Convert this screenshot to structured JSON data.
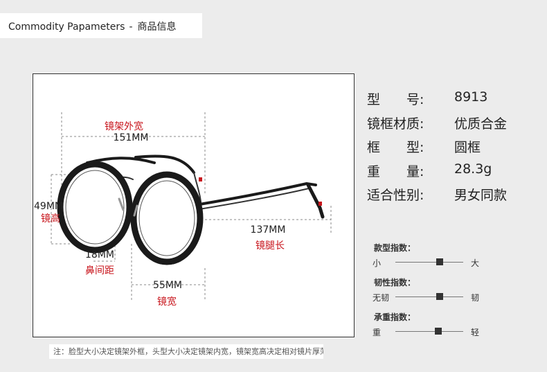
{
  "header": {
    "title_en": "Commodity Papameters",
    "separator": "-",
    "title_cn": "商品信息"
  },
  "dimensions": {
    "frame_width_label": "镜架外宽",
    "frame_width_value": "151MM",
    "lens_height_value": "49MM",
    "lens_height_label": "镜高",
    "temple_length_value": "137MM",
    "temple_length_label": "镜腿长",
    "bridge_value": "18MM",
    "bridge_label": "鼻间距",
    "lens_width_value": "55MM",
    "lens_width_label": "镜宽"
  },
  "specs": [
    {
      "label": "型　　号:",
      "value": "8913"
    },
    {
      "label": "镜框材质:",
      "value": "优质合金"
    },
    {
      "label": "框　　型:",
      "value": "圆框"
    },
    {
      "label": "重　　量:",
      "value": "28.3g"
    },
    {
      "label": "适合性别:",
      "value": "男女同款"
    }
  ],
  "gauges": [
    {
      "title": "款型指数：",
      "left": "小",
      "right": "大",
      "level": 0.65
    },
    {
      "title": "韧性指数：",
      "left": "无韧",
      "right": "韧",
      "level": 0.65
    },
    {
      "title": "承重指数：",
      "left": "重",
      "right": "轻",
      "level": 0.63
    }
  ],
  "note": "注：脸型大小决定镜架外框，头型大小决定镜架内宽，镜架宽高决定相对镜片厚薄",
  "colors": {
    "label_red": "#c8161d",
    "frame_black": "#1a1a1a",
    "tip_red": "#c8161d",
    "background": "#ececec"
  }
}
